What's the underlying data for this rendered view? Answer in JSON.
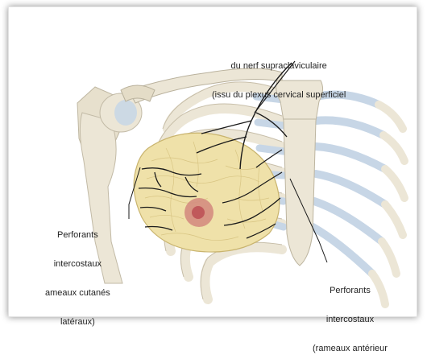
{
  "labels": {
    "top_line1": "du nerf supraclaviculaire",
    "top_line2": "(issu du plexus cervical superficiel",
    "left_line1": "Perforants",
    "left_line2": "intercostaux",
    "left_line3": "ameaux cutanés",
    "left_line4": "latéraux)",
    "right_line1": "Perforants",
    "right_line2": "intercostaux",
    "right_line3": "(rameaux antérieur"
  },
  "colors": {
    "bone": "#ece6d6",
    "bone_shadow": "#c9c1ad",
    "cartilage": "#c7d6e6",
    "breast": "#efe1a9",
    "breast_texture": "#c9b46e",
    "areola": "#d48d7f",
    "nipple": "#c0595b",
    "nerve": "#1a1a1a"
  }
}
